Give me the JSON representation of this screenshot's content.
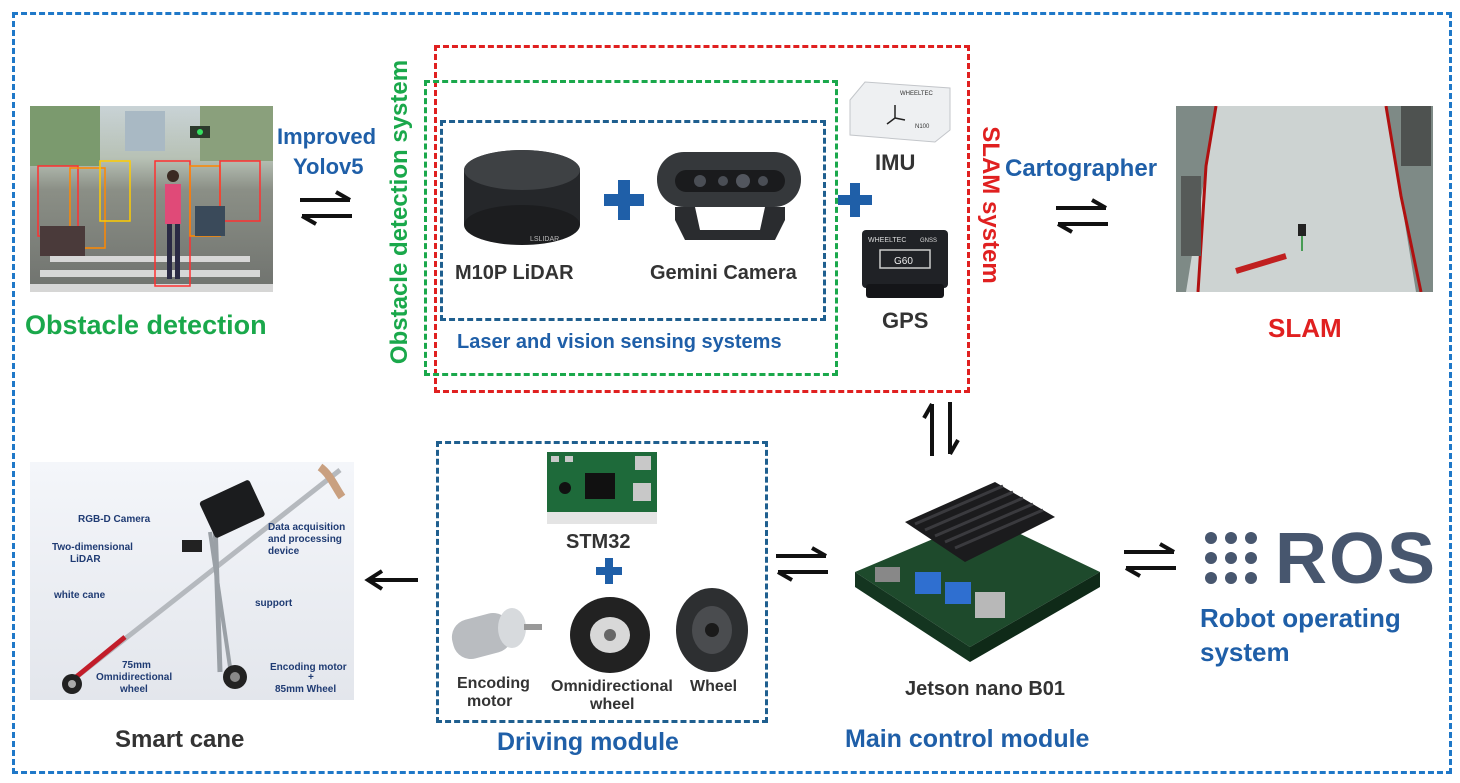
{
  "labels": {
    "improved": "Improved",
    "yolov5": "Yolov5",
    "obstacle_detection": "Obstacle detection",
    "obstacle_detection_system": "Obstacle detection system",
    "slam_system": "SLAM system",
    "m10p_lidar": "M10P LiDAR",
    "gemini_camera": "Gemini Camera",
    "laser_vision": "Laser and vision sensing systems",
    "imu": "IMU",
    "gps": "GPS",
    "cartographer": "Cartographer",
    "slam": "SLAM",
    "stm32": "STM32",
    "encoding_motor_1": "Encoding",
    "encoding_motor_2": "motor",
    "omni_wheel_1": "Omnidirectional",
    "omni_wheel_2": "wheel",
    "wheel": "Wheel",
    "driving_module": "Driving module",
    "jetson": "Jetson nano B01",
    "main_control": "Main control module",
    "ros": "ROS",
    "robot_os_1": "Robot operating",
    "robot_os_2": "system",
    "smart_cane": "Smart cane"
  },
  "cane_annotations": {
    "rgbd": "RGB-D Camera",
    "lidar_1": "Two-dimensional",
    "lidar_2": "LiDAR",
    "white_cane": "white cane",
    "data_1": "Data acquisition",
    "data_2": "and processing",
    "data_3": "device",
    "support": "support",
    "omni_1": "75mm",
    "omni_2": "Omnidirectional",
    "omni_3": "wheel",
    "enc_1": "Encoding motor",
    "enc_2": "+",
    "enc_3": "85mm Wheel"
  },
  "device_text": {
    "wheeltec": "WHEELTEC",
    "gnss": "GNSS",
    "g60": "G60",
    "n100": "N100",
    "leishen": "LSLIDAR"
  },
  "colors": {
    "outer_border": "#1f78c8",
    "slam_border": "#e02020",
    "obstacle_border": "#1aa84b",
    "sensing_border": "#1f5f8f",
    "plus": "#1f5fa8",
    "ros": "#47566e"
  }
}
